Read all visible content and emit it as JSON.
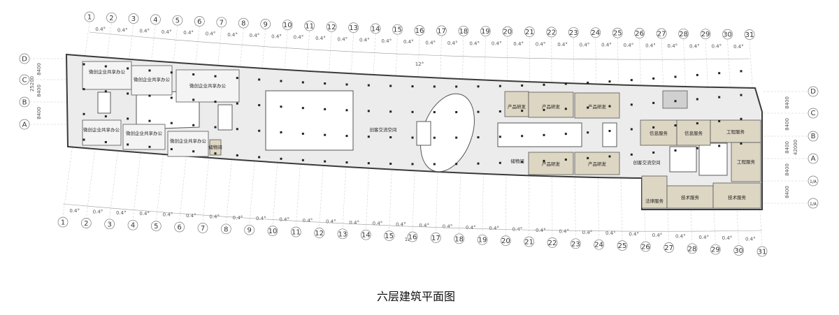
{
  "title": "六层建筑平面图",
  "colors": {
    "floor": "#ececec",
    "room_tan": "#ddd6c3",
    "wall": "#3a3a3a",
    "axis_line": "#c8c8c8",
    "text": "#222222"
  },
  "axes": {
    "top_numbers": [
      "1",
      "2",
      "3",
      "4",
      "5",
      "6",
      "7",
      "8",
      "9",
      "10",
      "11",
      "12",
      "13",
      "14",
      "15",
      "16",
      "17",
      "18",
      "19",
      "20",
      "21",
      "22",
      "23",
      "24",
      "25",
      "26",
      "27",
      "28",
      "29",
      "30",
      "31"
    ],
    "bottom_numbers": [
      "1",
      "2",
      "3",
      "4",
      "5",
      "6",
      "7",
      "8",
      "9",
      "10",
      "11",
      "12",
      "13",
      "14",
      "15",
      "16",
      "17",
      "18",
      "19",
      "20",
      "21",
      "22",
      "23",
      "24",
      "25",
      "26",
      "27",
      "28",
      "29",
      "30",
      "31"
    ],
    "left_letters": [
      "D",
      "C",
      "B",
      "A"
    ],
    "right_letters": [
      "D",
      "C",
      "B",
      "A",
      "1/A",
      "1/A"
    ],
    "spacing_label": "0.4°",
    "total_angle_label": "12°",
    "left_dims": [
      "8400",
      "8400",
      "25200",
      "8400"
    ],
    "right_dims": [
      "8400",
      "8400",
      "8400",
      "42000",
      "8400",
      "8400"
    ]
  },
  "rooms": {
    "cowork_office": "微创企业共享办公",
    "product_rd": "产品研发",
    "maker_space": "创客交流空间",
    "storage": "储物间",
    "info_service": "信息服务",
    "engineering_service": "工程服务",
    "legal_service": "法律服务",
    "tech_service": "技术服务"
  }
}
